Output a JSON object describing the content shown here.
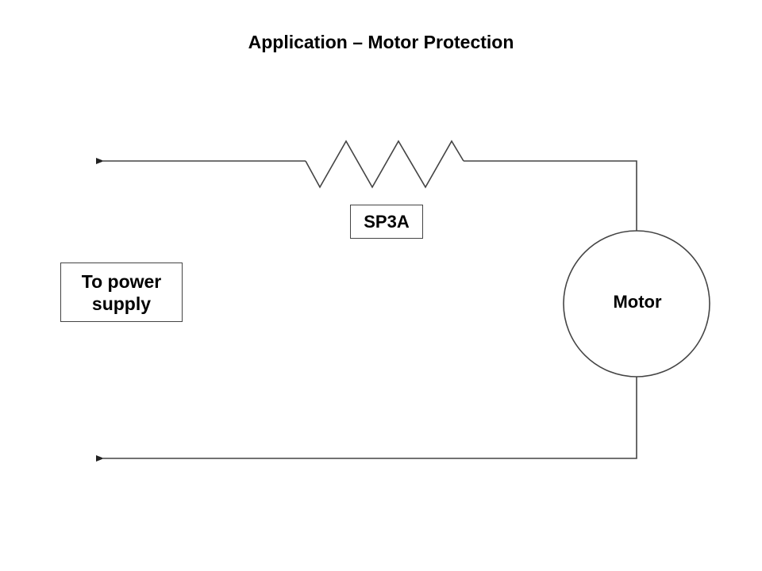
{
  "title": "Application – Motor Protection",
  "components": {
    "resistor": {
      "label": "SP3A",
      "type": "resistor"
    },
    "motor": {
      "label": "Motor",
      "type": "motor"
    },
    "power_supply": {
      "label_line1": "To power",
      "label_line2": "supply"
    }
  },
  "colors": {
    "wire": "#444444",
    "text": "#000000",
    "background": "#ffffff"
  }
}
